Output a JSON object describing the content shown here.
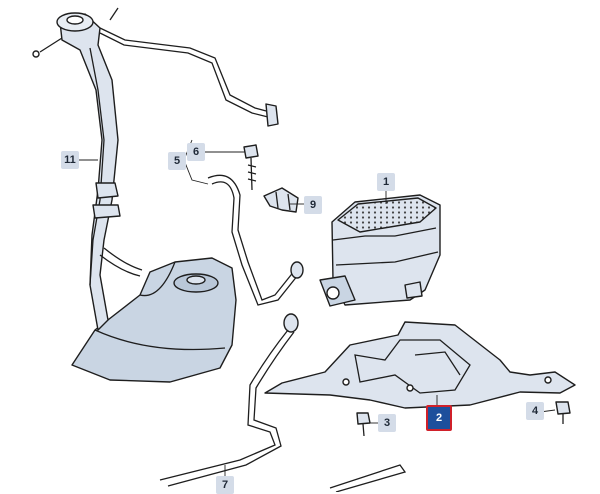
{
  "callouts": [
    {
      "id": "1",
      "label": "1"
    },
    {
      "id": "2",
      "label": "2",
      "highlighted": true
    },
    {
      "id": "3",
      "label": "3"
    },
    {
      "id": "4",
      "label": "4"
    },
    {
      "id": "5",
      "label": "5"
    },
    {
      "id": "6",
      "label": "6"
    },
    {
      "id": "7",
      "label": "7"
    },
    {
      "id": "9",
      "label": "9"
    },
    {
      "id": "11",
      "label": "11"
    }
  ],
  "colors": {
    "callout_bg": "#d4dce8",
    "highlight_bg": "#1d4f9c",
    "highlight_border": "#d0202a",
    "tank_fill": "#c9d5e3",
    "part_fill": "#dde4ee",
    "line": "#1e1e1e"
  }
}
